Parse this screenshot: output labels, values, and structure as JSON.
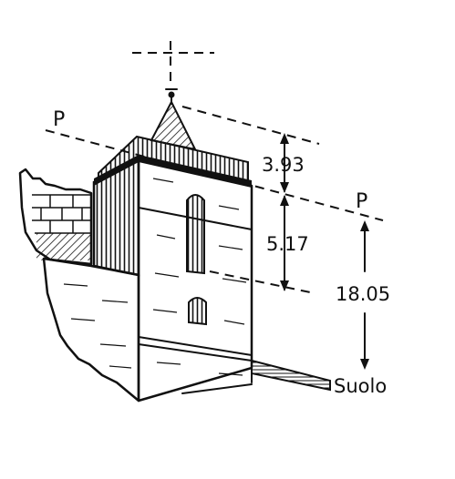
{
  "labels": {
    "plane_left": "P",
    "plane_right": "P",
    "dim_roof": "3.93",
    "dim_upper": "5.17",
    "dim_total": "18.05",
    "ground": "Suolo"
  },
  "colors": {
    "ink": "#111111",
    "paper": "#ffffff"
  }
}
